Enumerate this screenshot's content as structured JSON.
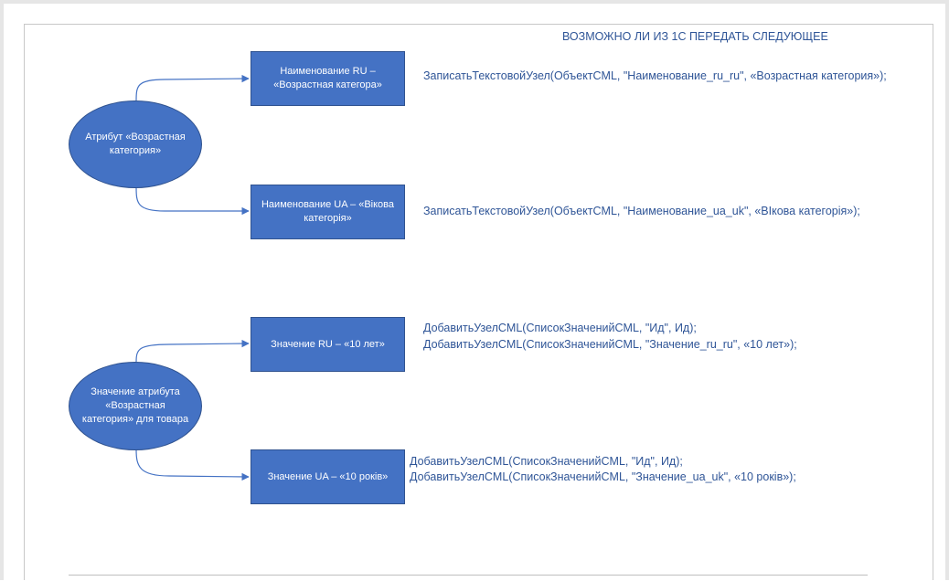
{
  "title": "ВОЗМОЖНО ЛИ ИЗ 1С ПЕРЕДАТЬ СЛЕДУЮЩЕЕ",
  "nodes": {
    "attribute": "Атрибут «Возрастная категория»",
    "attribute_value": "Значение атрибута «Возрастная категория» для товара"
  },
  "boxes": {
    "name_ru": "Наименование RU – «Возрастная категора»",
    "name_ua": "Наименование UA – «Вікова категорія»",
    "value_ru": "Значение RU – «10 лет»",
    "value_ua": "Значение  UA – «10 років»"
  },
  "code": {
    "name_ru": "ЗаписатьТекстовойУзел(ОбъектCML, \"Наименование_ru_ru\", «Возрастная категория»);",
    "name_ua": "ЗаписатьТекстовойУзел(ОбъектCML, \"Наименование_ua_uk\", «ВІкова категорія»);",
    "value_ru_line1": "ДобавитьУзелCML(СписокЗначенийCML, \"Ид\", Ид);",
    "value_ru_line2": "ДобавитьУзелCML(СписокЗначенийCML, \"Значение_ru_ru\", «10 лет»);",
    "value_ua_line1": "ДобавитьУзелCML(СписокЗначенийCML, \"Ид\", Ид);",
    "value_ua_line2": "ДобавитьУзелCML(СписокЗначенийCML, \"Значение_ua_uk\", «10 років»);"
  },
  "colors": {
    "shape_fill": "#4472c4",
    "shape_border": "#2f528f",
    "text_blue": "#2f5597",
    "connector": "#4472c4"
  }
}
